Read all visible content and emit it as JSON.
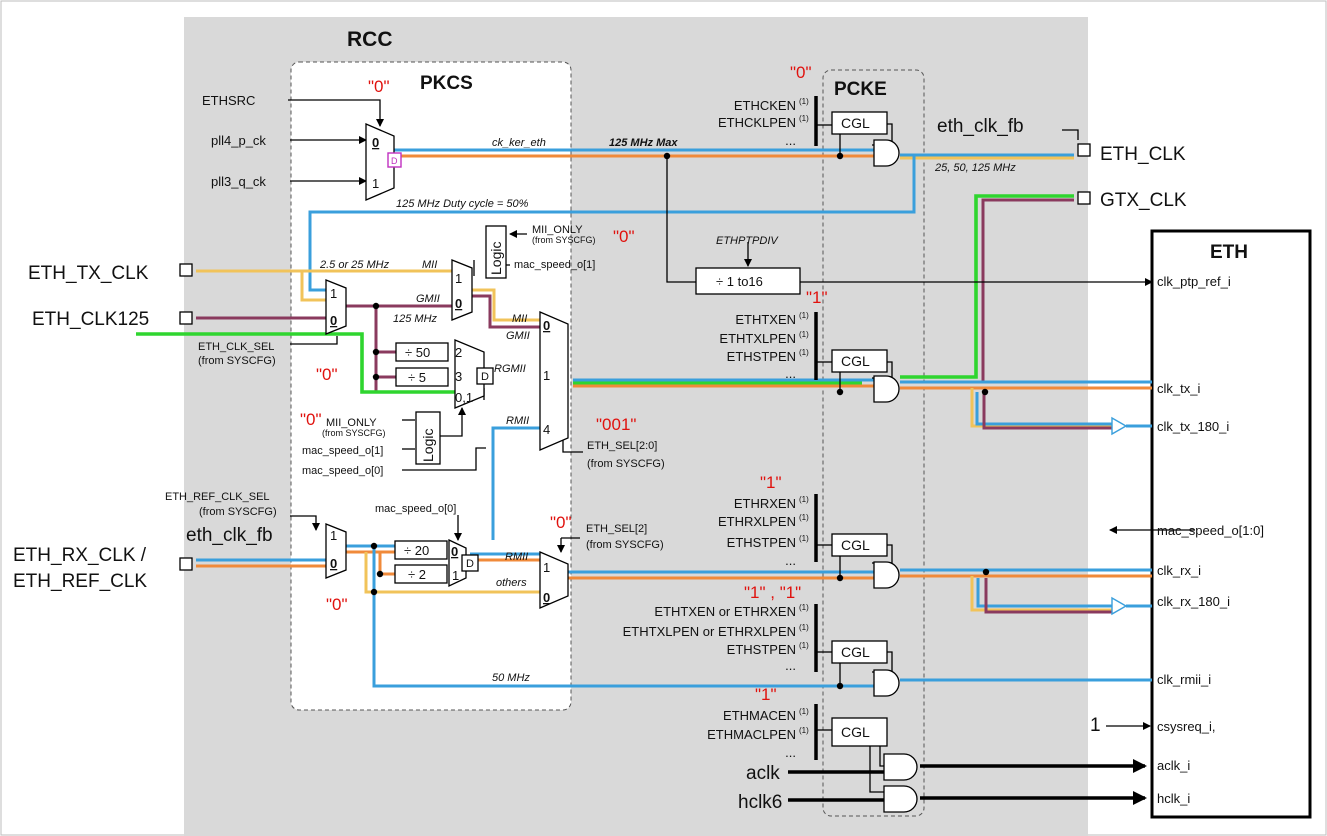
{
  "titles": {
    "rcc": "RCC",
    "pkcs": "PKCS",
    "pcke": "PCKE",
    "eth": "ETH"
  },
  "pins": {
    "eth_tx_clk": "ETH_TX_CLK",
    "eth_clk125": "ETH_CLK125",
    "eth_rx_clk": "ETH_RX_CLK /",
    "eth_ref_clk": "ETH_REF_CLK",
    "eth_clk": "ETH_CLK",
    "gtx_clk": "GTX_CLK",
    "eth_clk_fb_out": "eth_clk_fb",
    "eth_clk_fb_in": "eth_clk_fb",
    "aclk": "aclk",
    "hclk6": "hclk6"
  },
  "sources": {
    "ethsrc": "ETHSRC",
    "pll4": "pll4_p_ck",
    "pll3": "pll3_q_ck"
  },
  "red_values": {
    "ethsrc": "\"0\"",
    "ethcken": "\"0\"",
    "mii_only_1": "\"0\"",
    "clk_sel": "\"0\"",
    "ethtxen": "\"1\"",
    "mii_only_2": "\"0\"",
    "eth_sel": "\"001\"",
    "eth_sel2": "\"0\"",
    "ref_clk_sel": "\"0\"",
    "ethrxen": "\"1\"",
    "rmii_en": "\"1\" , \"1\"",
    "ethmacen": "\"1\""
  },
  "wire_labels": {
    "ck_ker_eth": "ck_ker_eth",
    "max125": "125 MHz Max",
    "duty": "125 MHz Duty cycle = 50%",
    "freq_tx": "2.5 or 25 MHz",
    "mii1": "MII",
    "gmii1": "GMII",
    "mhz125": "125 MHz",
    "mii2": "MII",
    "gmii2": "GMII",
    "rgmii": "RGMII",
    "rmii1": "RMII",
    "rmii2": "RMII",
    "others": "others",
    "mhz50": "50 MHz",
    "out_freq": "25, 50, 125 MHz",
    "ethptpdiv": "ETHPTPDIV"
  },
  "controls": {
    "mii_only": "MII_ONLY",
    "from_syscfg": "(from SYSCFG)",
    "mac_speed_1": "mac_speed_o[1]",
    "mac_speed_0": "mac_speed_o[0]",
    "eth_clk_sel": "ETH_CLK_SEL",
    "eth_sel": "ETH_SEL[2:0]",
    "eth_sel2": "ETH_SEL[2]",
    "eth_ref_clk_sel": "ETH_REF_CLK_SEL"
  },
  "blocks": {
    "logic": "Logic",
    "cgl": "CGL",
    "div50": "÷ 50",
    "div5": "÷ 5",
    "div20": "÷ 20",
    "div2": "÷ 2",
    "ptp_div": "÷ 1 to16",
    "d": "D"
  },
  "mux_inputs": {
    "zero": "0",
    "one": "1",
    "two": "2",
    "three": "3",
    "four": "4",
    "zero_one": "0,1"
  },
  "enables": {
    "g1": [
      "ETHCKEN",
      "ETHCKLPEN",
      "..."
    ],
    "g2": [
      "ETHTXEN",
      "ETHTXLPEN",
      "ETHSTPEN",
      "..."
    ],
    "g3": [
      "ETHRXEN",
      "ETHRXLPEN",
      "ETHSTPEN",
      "..."
    ],
    "g4": [
      "ETHTXEN or ETHRXEN",
      "ETHTXLPEN or ETHRXLPEN",
      "ETHSTPEN",
      "..."
    ],
    "g5": [
      "ETHMACEN",
      "ETHMACLPEN",
      "..."
    ],
    "footnote": "(1)"
  },
  "eth_ports": {
    "ptp": "clk_ptp_ref_i",
    "tx": "clk_tx_i",
    "tx180": "clk_tx_180_i",
    "mac_speed": "mac_speed_o[1:0]",
    "rx": "clk_rx_i",
    "rx180": "clk_rx_180_i",
    "rmii": "clk_rmii_i",
    "csysreq": "csysreq_i,",
    "csysreq_val": "1",
    "aclk": "aclk_i",
    "hclk": "hclk_i"
  },
  "colors": {
    "background": "#d9d9d9",
    "blue": "#3a9fdc",
    "orange": "#f08a3a",
    "purple": "#8a3a5e",
    "yellow": "#f1c35a",
    "green": "#2fd52f",
    "red_text": "#e0120e"
  }
}
